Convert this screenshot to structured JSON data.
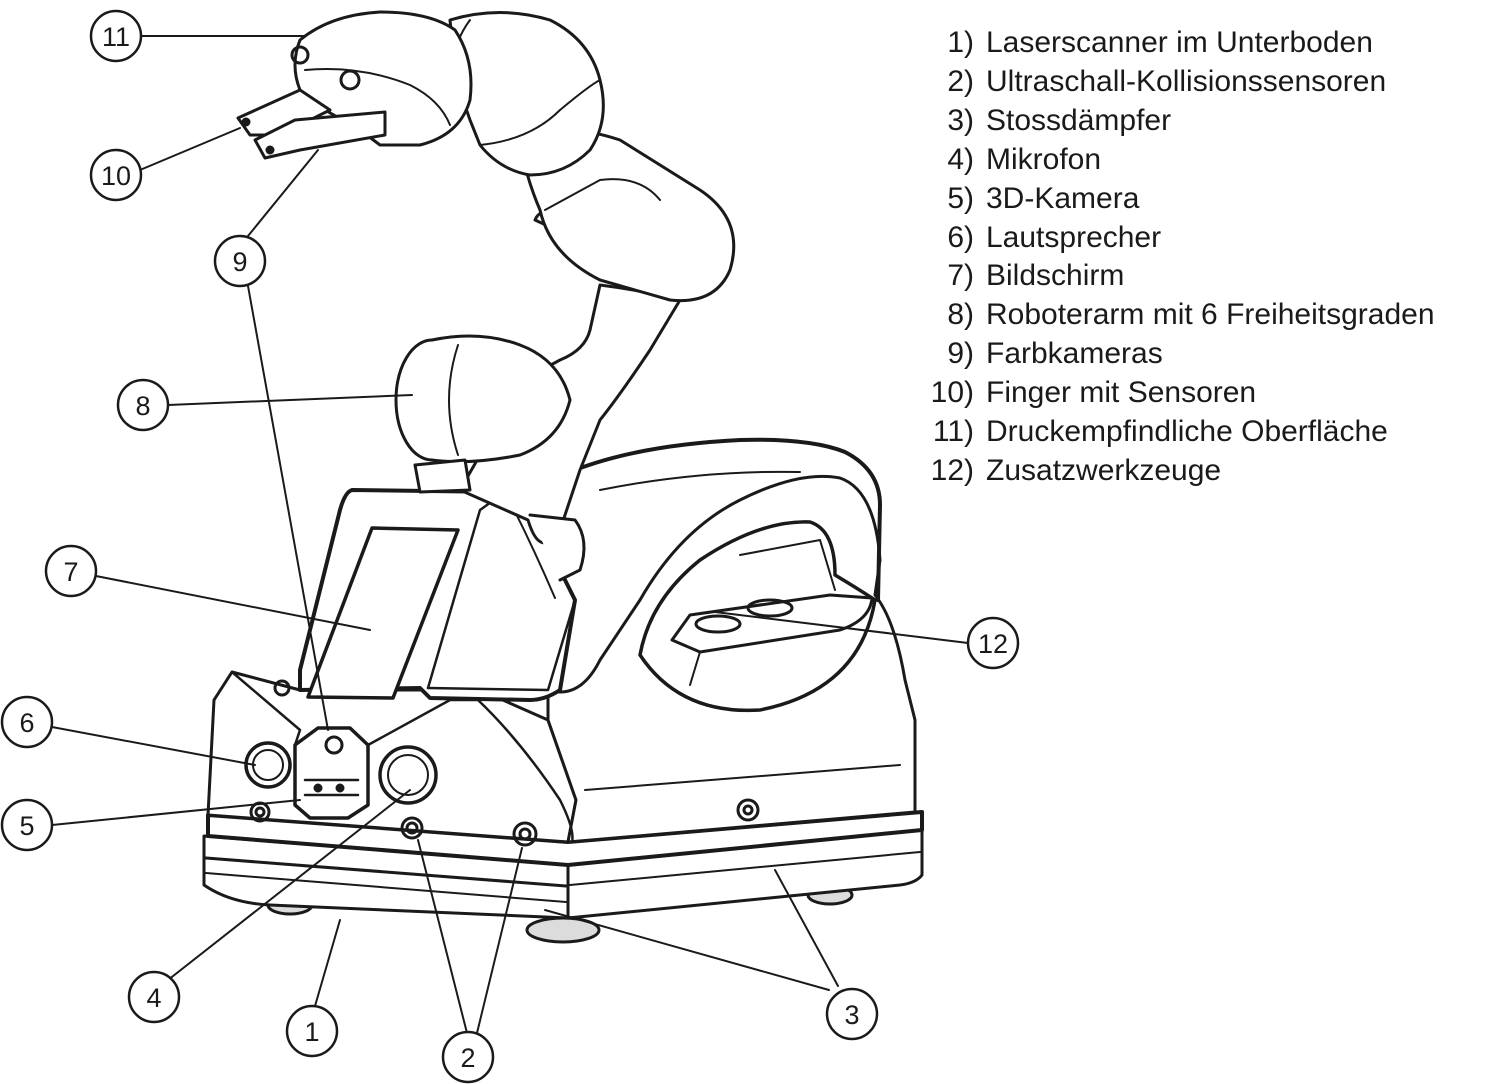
{
  "legend": {
    "items": [
      {
        "num": "1)",
        "label": "Laserscanner im Unterboden"
      },
      {
        "num": "2)",
        "label": "Ultraschall-Kollisionssensoren"
      },
      {
        "num": "3)",
        "label": "Stossdämpfer"
      },
      {
        "num": "4)",
        "label": "Mikrofon"
      },
      {
        "num": "5)",
        "label": "3D-Kamera"
      },
      {
        "num": "6)",
        "label": "Lautsprecher"
      },
      {
        "num": "7)",
        "label": "Bildschirm"
      },
      {
        "num": "8)",
        "label": "Roboterarm mit 6 Freiheitsgraden"
      },
      {
        "num": "9)",
        "label": "Farbkameras"
      },
      {
        "num": "10)",
        "label": "Finger mit Sensoren"
      },
      {
        "num": "11)",
        "label": "Druckempfindliche Oberfläche"
      },
      {
        "num": "12)",
        "label": "Zusatzwerkzeuge"
      }
    ]
  },
  "callouts": {
    "c1": "1",
    "c2": "2",
    "c3": "3",
    "c4": "4",
    "c5": "5",
    "c6": "6",
    "c7": "7",
    "c8": "8",
    "c9": "9",
    "c10": "10",
    "c11": "11",
    "c12": "12"
  },
  "colors": {
    "line": "#1a1a1a",
    "shade": "#dcdcdc",
    "paper": "#ffffff"
  }
}
